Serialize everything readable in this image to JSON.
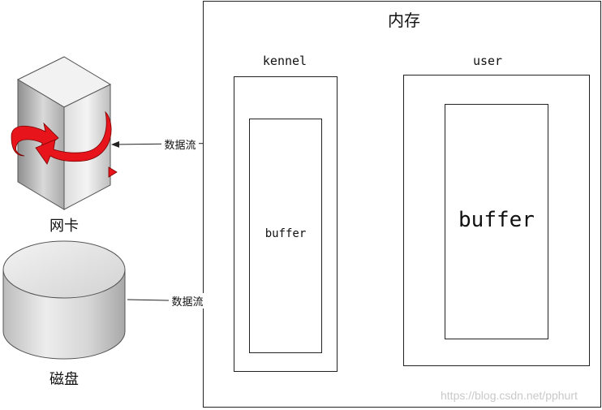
{
  "memory": {
    "title": "内存"
  },
  "kernel": {
    "title": "kennel",
    "buffer_label": "buffer"
  },
  "user": {
    "title": "user",
    "buffer_label": "buffer"
  },
  "devices": {
    "nic_label": "网卡",
    "disk_label": "磁盘"
  },
  "flows": {
    "nic_flow_label": "数据流",
    "disk_flow_label": "数据流"
  },
  "watermark": "https://blog.csdn.net/pphurt",
  "colors": {
    "nic_arrow_red": "#e8141b",
    "server_gray": "#c8c8c8",
    "disk_gray": "#d4d4d4",
    "line": "#222222"
  }
}
